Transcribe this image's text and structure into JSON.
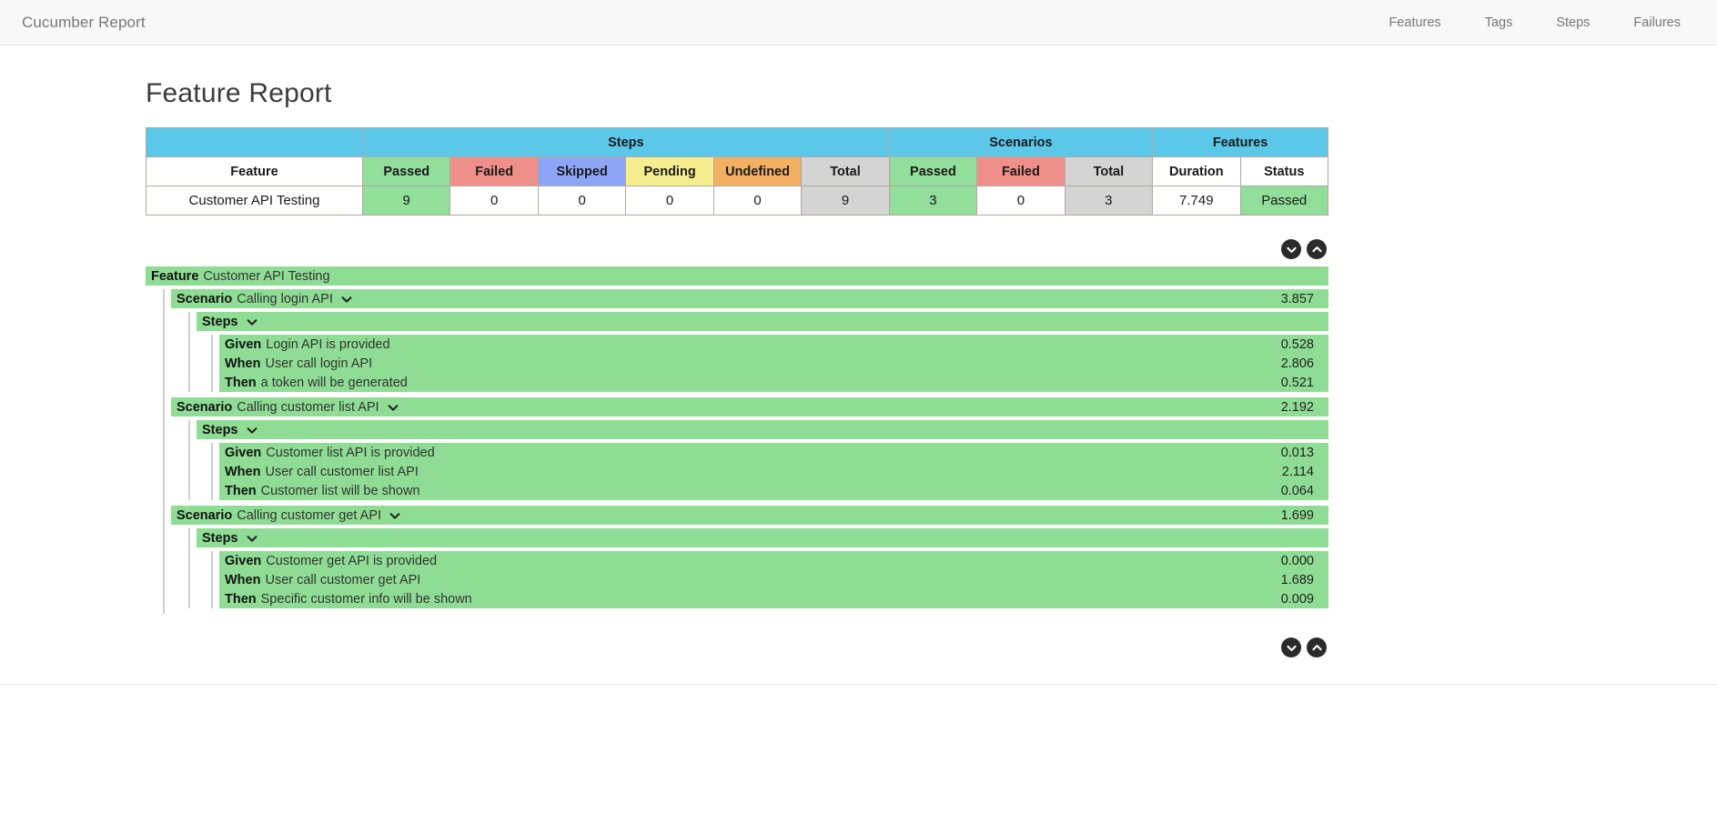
{
  "navbar": {
    "brand": "Cucumber Report",
    "links": [
      {
        "label": "Features"
      },
      {
        "label": "Tags"
      },
      {
        "label": "Steps"
      },
      {
        "label": "Failures"
      }
    ]
  },
  "page": {
    "title": "Feature Report"
  },
  "summary_table": {
    "group_headers": [
      {
        "label": "",
        "span": 1
      },
      {
        "label": "Steps",
        "span": 6
      },
      {
        "label": "Scenarios",
        "span": 3
      },
      {
        "label": "Features",
        "span": 2
      }
    ],
    "columns": [
      {
        "label": "Feature",
        "color": "#ffffff"
      },
      {
        "label": "Passed",
        "color": "#92de9b"
      },
      {
        "label": "Failed",
        "color": "#ef8f8a"
      },
      {
        "label": "Skipped",
        "color": "#8ca5f6"
      },
      {
        "label": "Pending",
        "color": "#f7ee90"
      },
      {
        "label": "Undefined",
        "color": "#f4b062"
      },
      {
        "label": "Total",
        "color": "#d4d4d4"
      },
      {
        "label": "Passed",
        "color": "#92de9b"
      },
      {
        "label": "Failed",
        "color": "#ef8f8a"
      },
      {
        "label": "Total",
        "color": "#d4d4d4"
      },
      {
        "label": "Duration",
        "color": "#ffffff"
      },
      {
        "label": "Status",
        "color": "#ffffff"
      }
    ],
    "rows": [
      {
        "feature": "Customer API Testing",
        "steps_passed": "9",
        "steps_failed": "0",
        "steps_skipped": "0",
        "steps_pending": "0",
        "steps_undefined": "0",
        "steps_total": "9",
        "scenarios_passed": "3",
        "scenarios_failed": "0",
        "scenarios_total": "3",
        "duration": "7.749",
        "status": "Passed"
      }
    ]
  },
  "tree": {
    "feature_keyword": "Feature",
    "feature_name": "Customer API Testing",
    "steps_keyword": "Steps",
    "scenario_keyword": "Scenario",
    "scenarios": [
      {
        "name": "Calling login API",
        "duration": "3.857",
        "steps": [
          {
            "keyword": "Given",
            "text": "Login API is provided",
            "duration": "0.528"
          },
          {
            "keyword": "When",
            "text": "User call login API",
            "duration": "2.806"
          },
          {
            "keyword": "Then",
            "text": "a token will be generated",
            "duration": "0.521"
          }
        ]
      },
      {
        "name": "Calling customer list API",
        "duration": "2.192",
        "steps": [
          {
            "keyword": "Given",
            "text": "Customer list API is provided",
            "duration": "0.013"
          },
          {
            "keyword": "When",
            "text": "User call customer list API",
            "duration": "2.114"
          },
          {
            "keyword": "Then",
            "text": "Customer list will be shown",
            "duration": "0.064"
          }
        ]
      },
      {
        "name": "Calling customer get API",
        "duration": "1.699",
        "steps": [
          {
            "keyword": "Given",
            "text": "Customer get API is provided",
            "duration": "0.000"
          },
          {
            "keyword": "When",
            "text": "User call customer get API",
            "duration": "1.689"
          },
          {
            "keyword": "Then",
            "text": "Specific customer info will be shown",
            "duration": "0.009"
          }
        ]
      }
    ]
  },
  "controls": {
    "expand_all_icon": "chevron-down-circle-icon",
    "collapse_all_icon": "chevron-up-circle-icon"
  },
  "colors": {
    "accent_blue": "#5bc8ea",
    "pass_green": "#92de9b",
    "row_green": "#8fdd94",
    "fail_red": "#ef8f8a",
    "skip_blue": "#8ca5f6",
    "pending_yellow": "#f7ee90",
    "undefined_orange": "#f4b062",
    "total_grey": "#d4d4d4"
  }
}
